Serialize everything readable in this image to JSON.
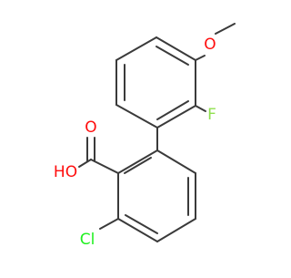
{
  "molecule": {
    "atoms": {
      "oxygen_methoxy": {
        "symbol": "O",
        "color": "#ff0d0d"
      },
      "fluorine": {
        "symbol": "F",
        "color": "#90e050"
      },
      "oxygen_carbonyl": {
        "symbol": "O",
        "color": "#ff0d0d"
      },
      "hydroxyl": {
        "symbol": "HO",
        "color": "#ff0d0d"
      },
      "chlorine": {
        "symbol": "Cl",
        "color": "#1ff01f"
      }
    },
    "bond_color": "#3a3a3a"
  }
}
